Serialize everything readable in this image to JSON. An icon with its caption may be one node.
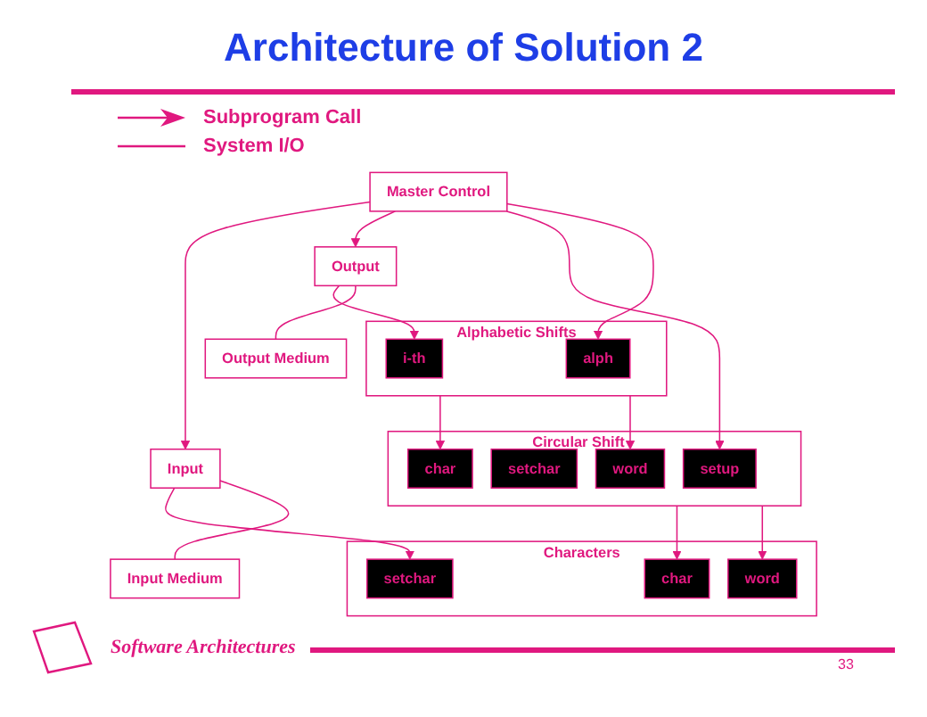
{
  "diagram": {
    "title": "Architecture of Solution 2",
    "nodes": [
      {
        "text": [
          "Master Control"
        ]
      },
      {
        "text": [
          "Input"
        ]
      },
      {
        "text": [
          "Output"
        ]
      },
      {
        "text": [
          "Characters"
        ]
      },
      {
        "text": [
          "setchar"
        ],
        "in": 3
      },
      {
        "text": [
          "char"
        ],
        "in": 3
      },
      {
        "text": [
          "word"
        ],
        "in": 3
      },
      {
        "text": [
          "Circular Shift"
        ]
      },
      {
        "text": [
          "setup"
        ],
        "in": 7
      },
      {
        "text": [
          "setchar"
        ],
        "in": 7
      },
      {
        "text": [
          "char"
        ],
        "in": 7
      },
      {
        "text": [
          "word"
        ],
        "in": 7
      },
      {
        "text": [
          "Alphabetic Shifts"
        ]
      },
      {
        "text": [
          "alph"
        ],
        "in": 12
      },
      {
        "text": [
          "i-th"
        ],
        "in": 12
      },
      {
        "text": [
          "Input Medium"
        ]
      },
      {
        "text": [
          "Output Medium"
        ]
      }
    ],
    "edges": [
      {
        "from": 0,
        "to": 1,
        "arrow": "to"
      },
      {
        "from": 0,
        "to": 2,
        "arrow": "to"
      },
      {
        "from": 0,
        "to": 8,
        "arrow": "to"
      },
      {
        "from": 0,
        "to": 13,
        "arrow": "to"
      },
      {
        "from": 1,
        "to": 4,
        "arrow": "to"
      },
      {
        "from": 1,
        "to": 15,
        "arrow": "none"
      },
      {
        "from": 2,
        "to": 14,
        "arrow": "to"
      },
      {
        "from": 2,
        "to": 16,
        "arrow": "none"
      },
      {
        "from": 7,
        "to": 5,
        "arrow": "to"
      },
      {
        "from": 7,
        "to": 6,
        "arrow": "to"
      },
      {
        "from": 12,
        "to": 10,
        "arrow": "to"
      },
      {
        "from": 12,
        "to": 11,
        "arrow": "to"
      }
    ],
    "labels": [
      "Software Architectures",
      "33"
    ],
    "legend": [
      {
        "text": "Subprogram Call"
      },
      {
        "text": "System I/O"
      }
    ]
  }
}
